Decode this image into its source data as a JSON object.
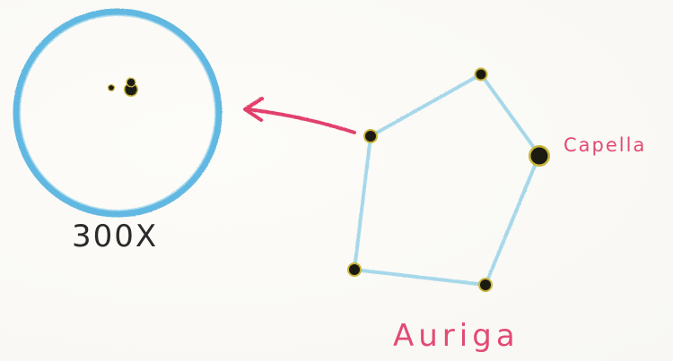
{
  "magnification_label": "300X",
  "star_label": "Capella",
  "constellation_label": "Auriga",
  "colors": {
    "eyepiece_ring": "#58b4e0",
    "constellation_lines": "#a6d8ea",
    "arrow": "#e2406c",
    "star": "#1b1b12",
    "star_halo": "#c8b43a",
    "ink": "#2a2a2a",
    "label_accent": "#e24a73"
  },
  "icons": {
    "eyepiece_view": "telescope-eyepiece-circle",
    "pointer": "arrow-left-icon"
  }
}
